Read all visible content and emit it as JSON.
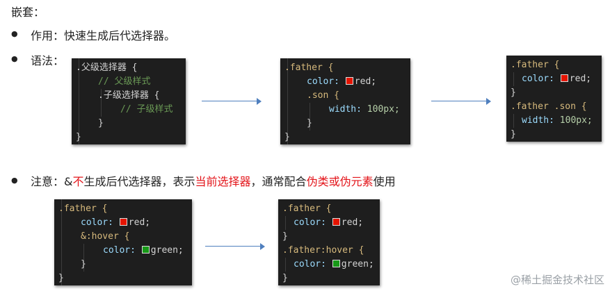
{
  "heading": "嵌套：",
  "bullets": {
    "b1": {
      "label": "作用：",
      "text": "快速生成后代选择器。"
    },
    "b2": {
      "label": "语法："
    },
    "b3": {
      "label": "注意：",
      "seg1": "&",
      "seg2": "不",
      "seg3": "生成后代选择器，表示",
      "seg4": "当前选择器",
      "seg5": "，通常配合",
      "seg6": "伪类或伪元素",
      "seg7": "使用"
    }
  },
  "code": {
    "c1": {
      "l1": ".父级选择器 {",
      "l2": "// 父级样式",
      "l3": ".子级选择器 {",
      "l4": "// 子级样式",
      "l5": "}",
      "l6": "}"
    },
    "c2": {
      "l1": ".father {",
      "l2_prop": "color:",
      "l2_val": "red;",
      "l3": ".son {",
      "l4_prop": "width:",
      "l4_val": "100px;",
      "l5": "}",
      "l6": "}"
    },
    "c3": {
      "l1": ".father {",
      "l2_prop": "color:",
      "l2_val": "red;",
      "l3": "}",
      "l4": ".father .son {",
      "l5_prop": "width:",
      "l5_val": "100px;",
      "l6": "}"
    },
    "c4": {
      "l1": ".father {",
      "l2_prop": "color:",
      "l2_val": "red;",
      "l3": "&:hover {",
      "l4_prop": "color:",
      "l4_val": "green;",
      "l5": "}",
      "l6": "}"
    },
    "c5": {
      "l1": ".father {",
      "l2_prop": "color:",
      "l2_val": "red;",
      "l3": "}",
      "l4": ".father:hover {",
      "l5_prop": "color:",
      "l5_val": "green;",
      "l6": "}"
    }
  },
  "colors": {
    "red_swatch": "#e51400",
    "green_swatch": "#179917",
    "accent_red": "#e3141a",
    "arrow": "#4f7fbe"
  },
  "watermark": "@稀土掘金技术社区"
}
